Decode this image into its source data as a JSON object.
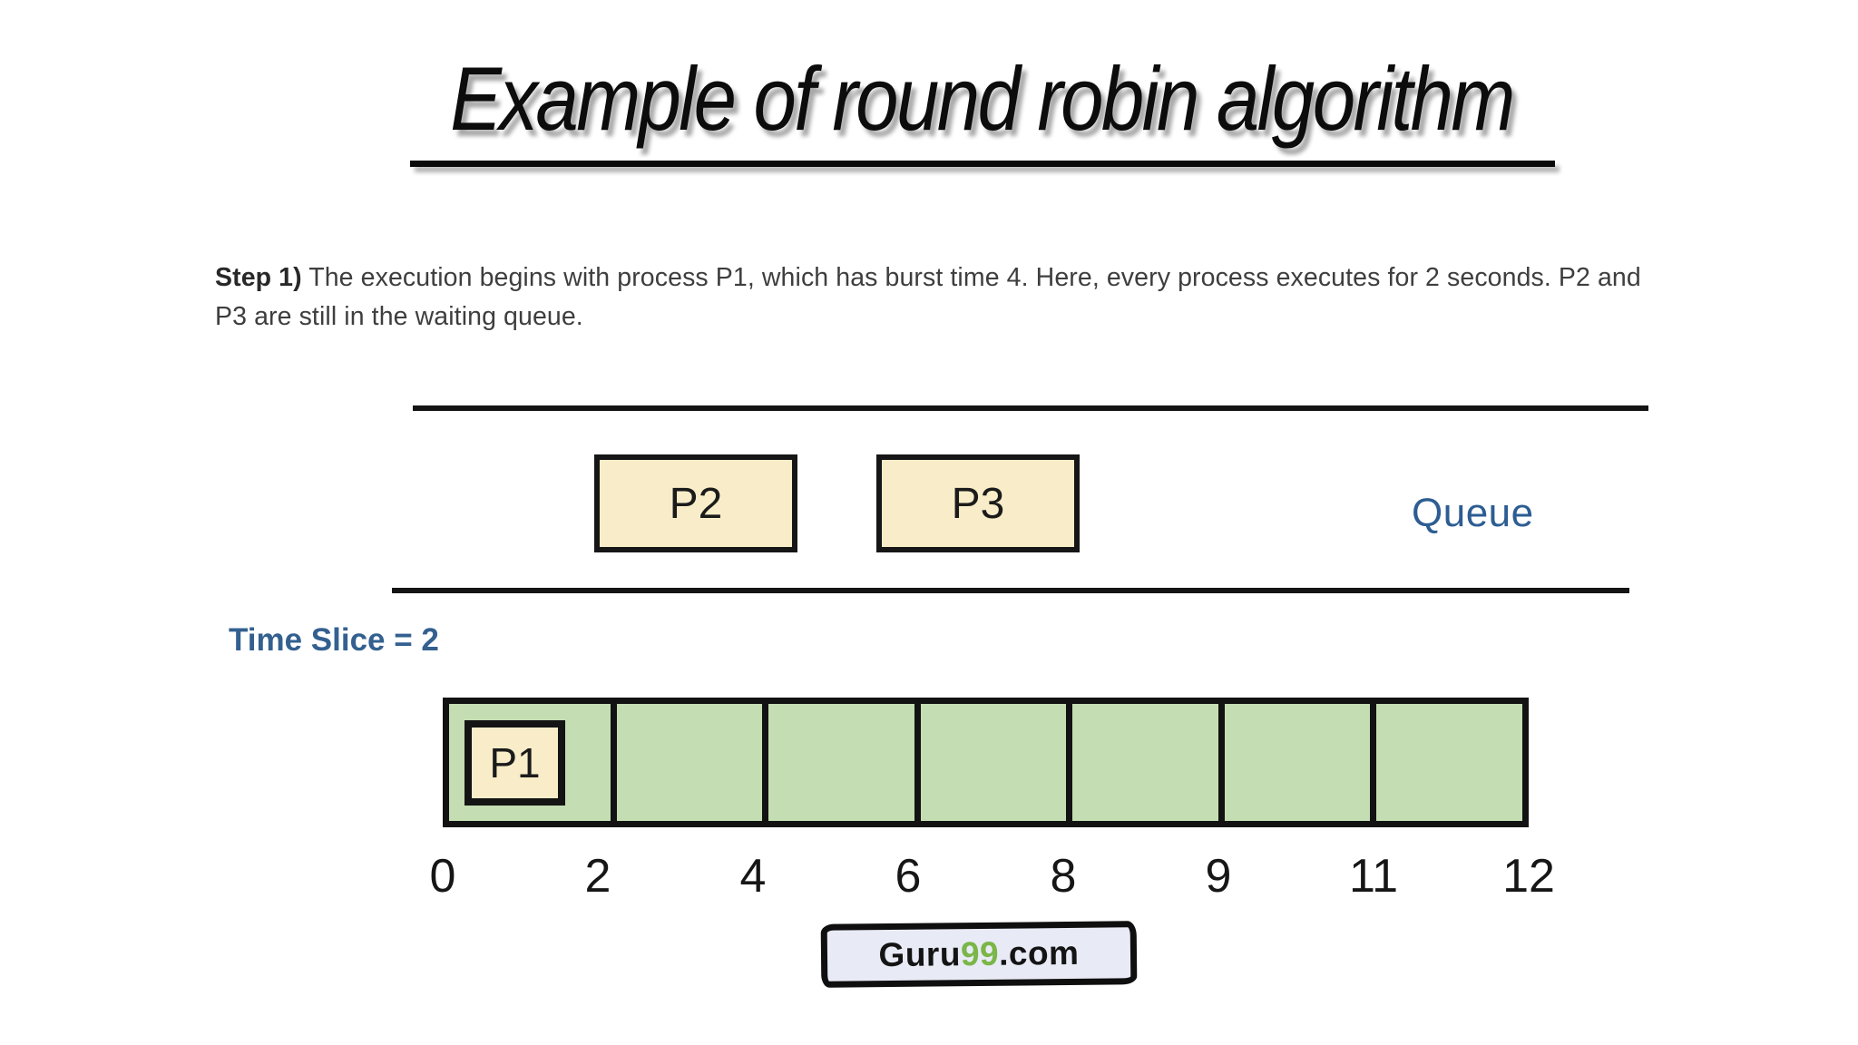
{
  "title": "Example of round robin algorithm",
  "step": {
    "label": "Step 1)",
    "text": " The execution begins with process P1, which has burst time 4. Here, every process executes for 2 seconds. P2 and P3 are still in the waiting queue."
  },
  "queue": {
    "label": "Queue",
    "items": [
      {
        "name": "P2"
      },
      {
        "name": "P3"
      }
    ]
  },
  "time_slice_label": "Time Slice = 2",
  "timeline": {
    "running_process": "P1",
    "cell_count": 7,
    "ticks": [
      "0",
      "2",
      "4",
      "6",
      "8",
      "9",
      "11",
      "12"
    ],
    "slices": [
      {
        "start": "0",
        "end": "2",
        "process": "P1"
      },
      {
        "start": "2",
        "end": "4",
        "process": ""
      },
      {
        "start": "4",
        "end": "6",
        "process": ""
      },
      {
        "start": "6",
        "end": "8",
        "process": ""
      },
      {
        "start": "8",
        "end": "9",
        "process": ""
      },
      {
        "start": "9",
        "end": "11",
        "process": ""
      },
      {
        "start": "11",
        "end": "12",
        "process": ""
      }
    ]
  },
  "logo": {
    "part1": "Guru",
    "part2": "99",
    "part3": ".com"
  },
  "colors": {
    "slot_green": "#c5ddb2",
    "process_cream": "#f8edc8",
    "accent_blue": "#2d5d93",
    "logo_green": "#7ab648",
    "logo_background": "#e8ebf6",
    "line_black": "#121212"
  }
}
